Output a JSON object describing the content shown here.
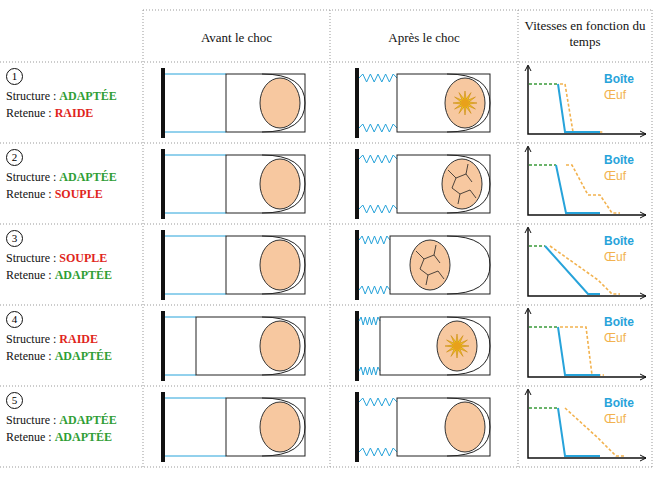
{
  "diagram": {
    "labels": [
      "Avant le choc",
      "Après le choc",
      "Vitesses en fonction du temps",
      "1",
      "Structure :",
      "ADAPTÉE",
      "Retenue :",
      "RAIDE",
      "Boîte",
      "Œuf",
      "2",
      "Structure :",
      "ADAPTÉE",
      "Retenue :",
      "SOUPLE",
      "Boîte",
      "Œuf",
      "3",
      "Structure :",
      "SOUPLE",
      "Retenue :",
      "ADAPTÉE",
      "Boîte",
      "Œuf",
      "4",
      "Structure :",
      "RAIDE",
      "Retenue :",
      "ADAPTÉE",
      "Boîte",
      "Œuf",
      "5",
      "Structure :",
      "ADAPTÉE",
      "Retenue :",
      "ADAPTÉE",
      "Boîte",
      "Œuf"
    ]
  }
}
